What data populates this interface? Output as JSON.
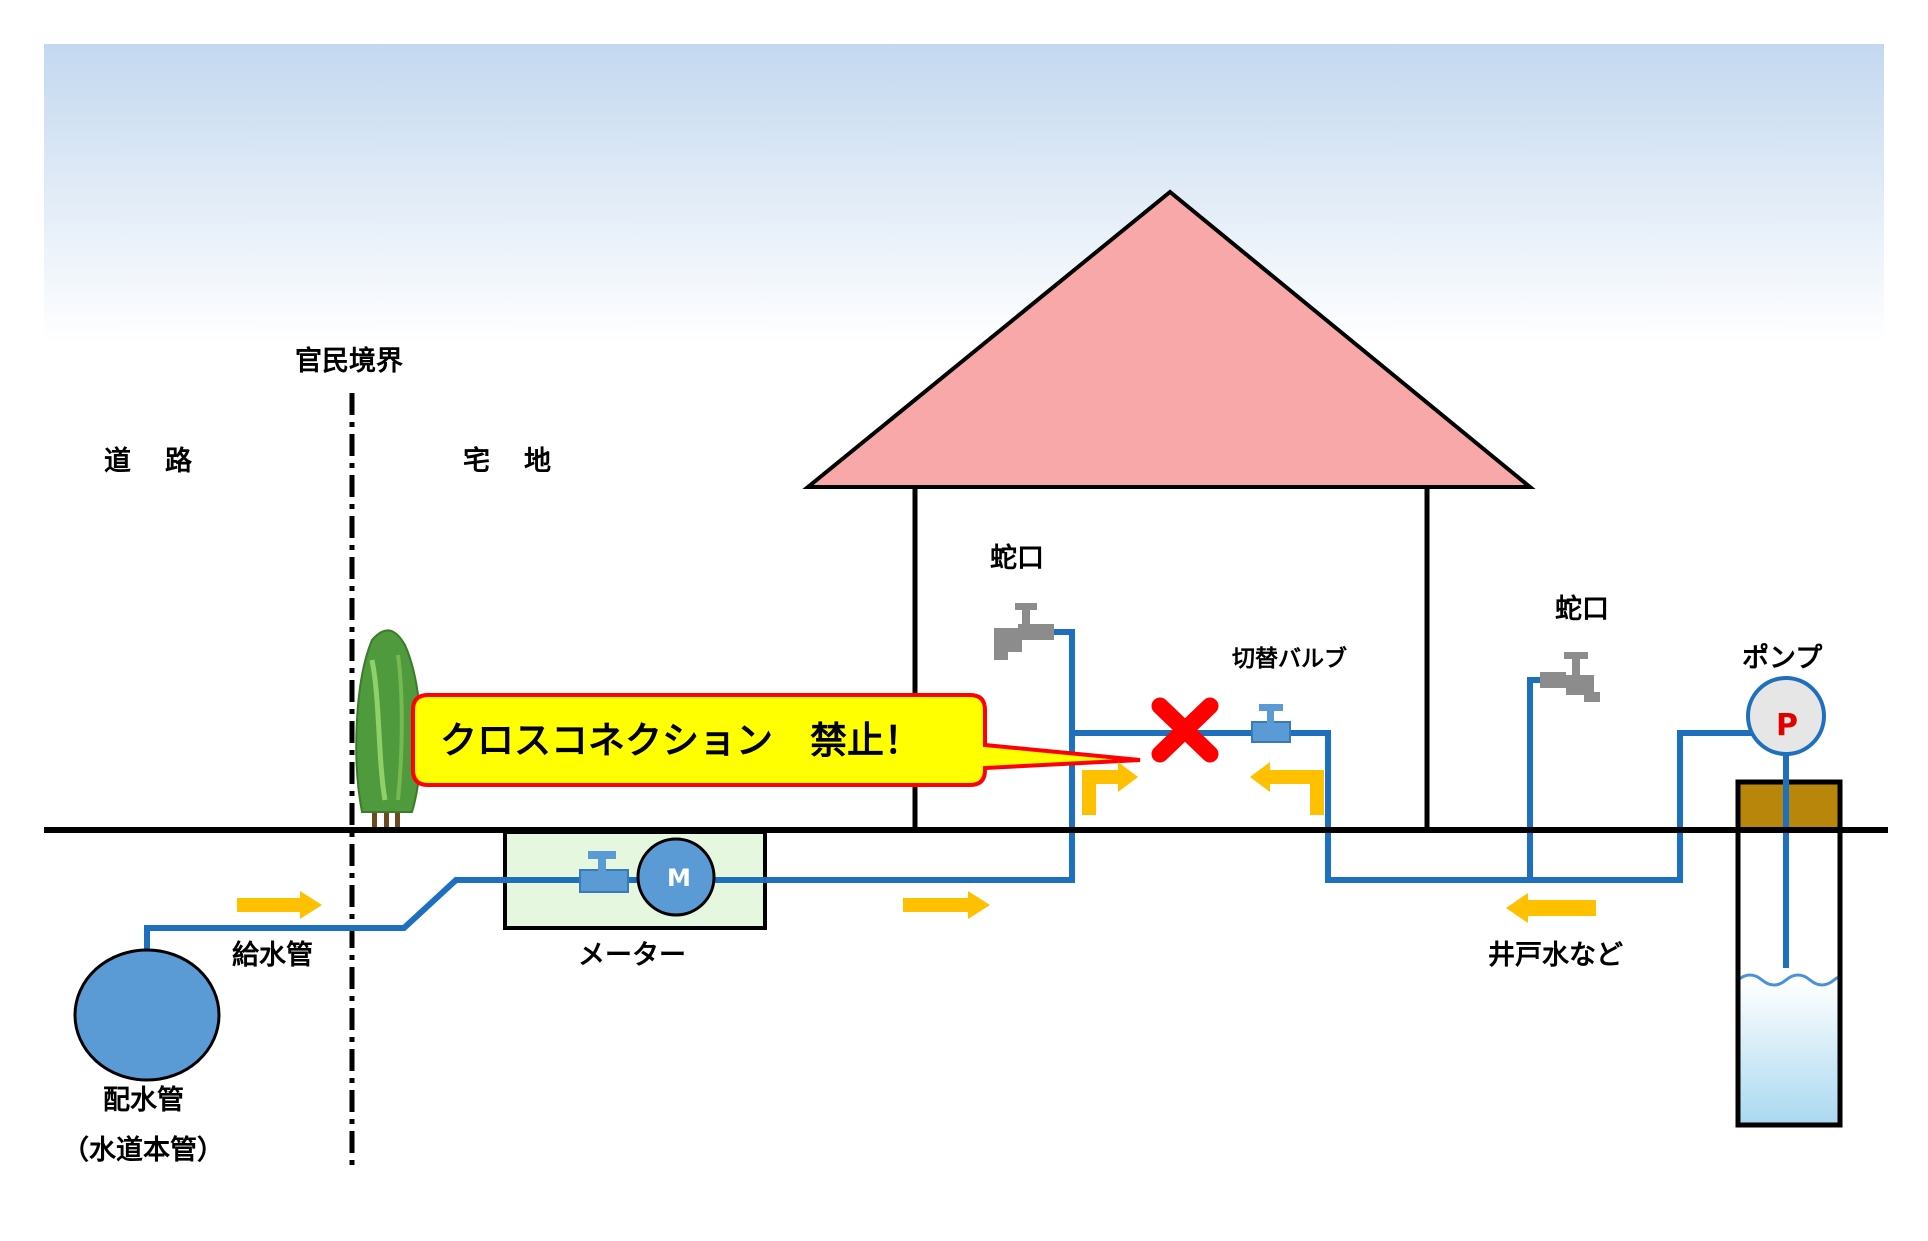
{
  "labels": {
    "boundary": "官民境界",
    "road": "道路",
    "lot": "宅地",
    "faucet_left": "蛇口",
    "faucet_right": "蛇口",
    "switch_valve": "切替バルブ",
    "pump": "ポンプ",
    "supply_pipe": "給水管",
    "meter": "メーター",
    "well_water": "井戸水など",
    "distribution_main": "配水管",
    "distribution_main_sub": "（水道本管）"
  },
  "callout": {
    "text": "クロスコネクション　禁止！"
  },
  "symbols": {
    "meter_letter": "M",
    "pump_letter": "P"
  },
  "icons": [
    "faucet-icon",
    "valve-icon",
    "cross-mark-icon",
    "flow-arrow-icon",
    "tree-icon"
  ],
  "colors": {
    "pipe": "#1f6fbf",
    "roof": "#f8a8a8",
    "arrow": "#ffc000",
    "callout_fill": "#ffff00",
    "callout_border": "#ff0000",
    "cross_mark": "#ff0000",
    "meter_box": "#e6f7e0",
    "meter_circle": "#5b9bd5",
    "main_circle": "#5b9bd5",
    "well_cap": "#b8860b",
    "sky_top": "#c9dcf0"
  }
}
